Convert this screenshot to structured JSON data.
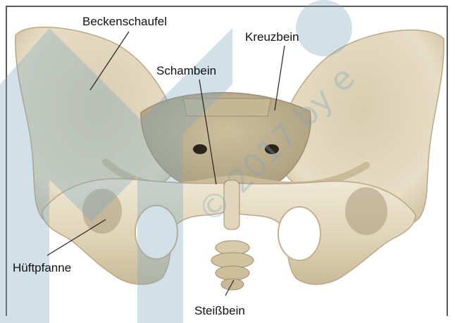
{
  "labels": {
    "beckenschaufel": "Beckenschaufel",
    "kreuzbein": "Kreuzbein",
    "schambein": "Schambein",
    "hueftpfanne": "Hüftpfanne",
    "steissbein": "Steißbein"
  },
  "watermark": {
    "big_letter": "M",
    "copyright_text": "© 2017 by e"
  },
  "colors": {
    "bone_light": "#e9e1cb",
    "bone_mid": "#d6c9a8",
    "bone_shadow": "#a9987a",
    "watermark": "#7fa6bd",
    "border": "#5a5a5a"
  }
}
